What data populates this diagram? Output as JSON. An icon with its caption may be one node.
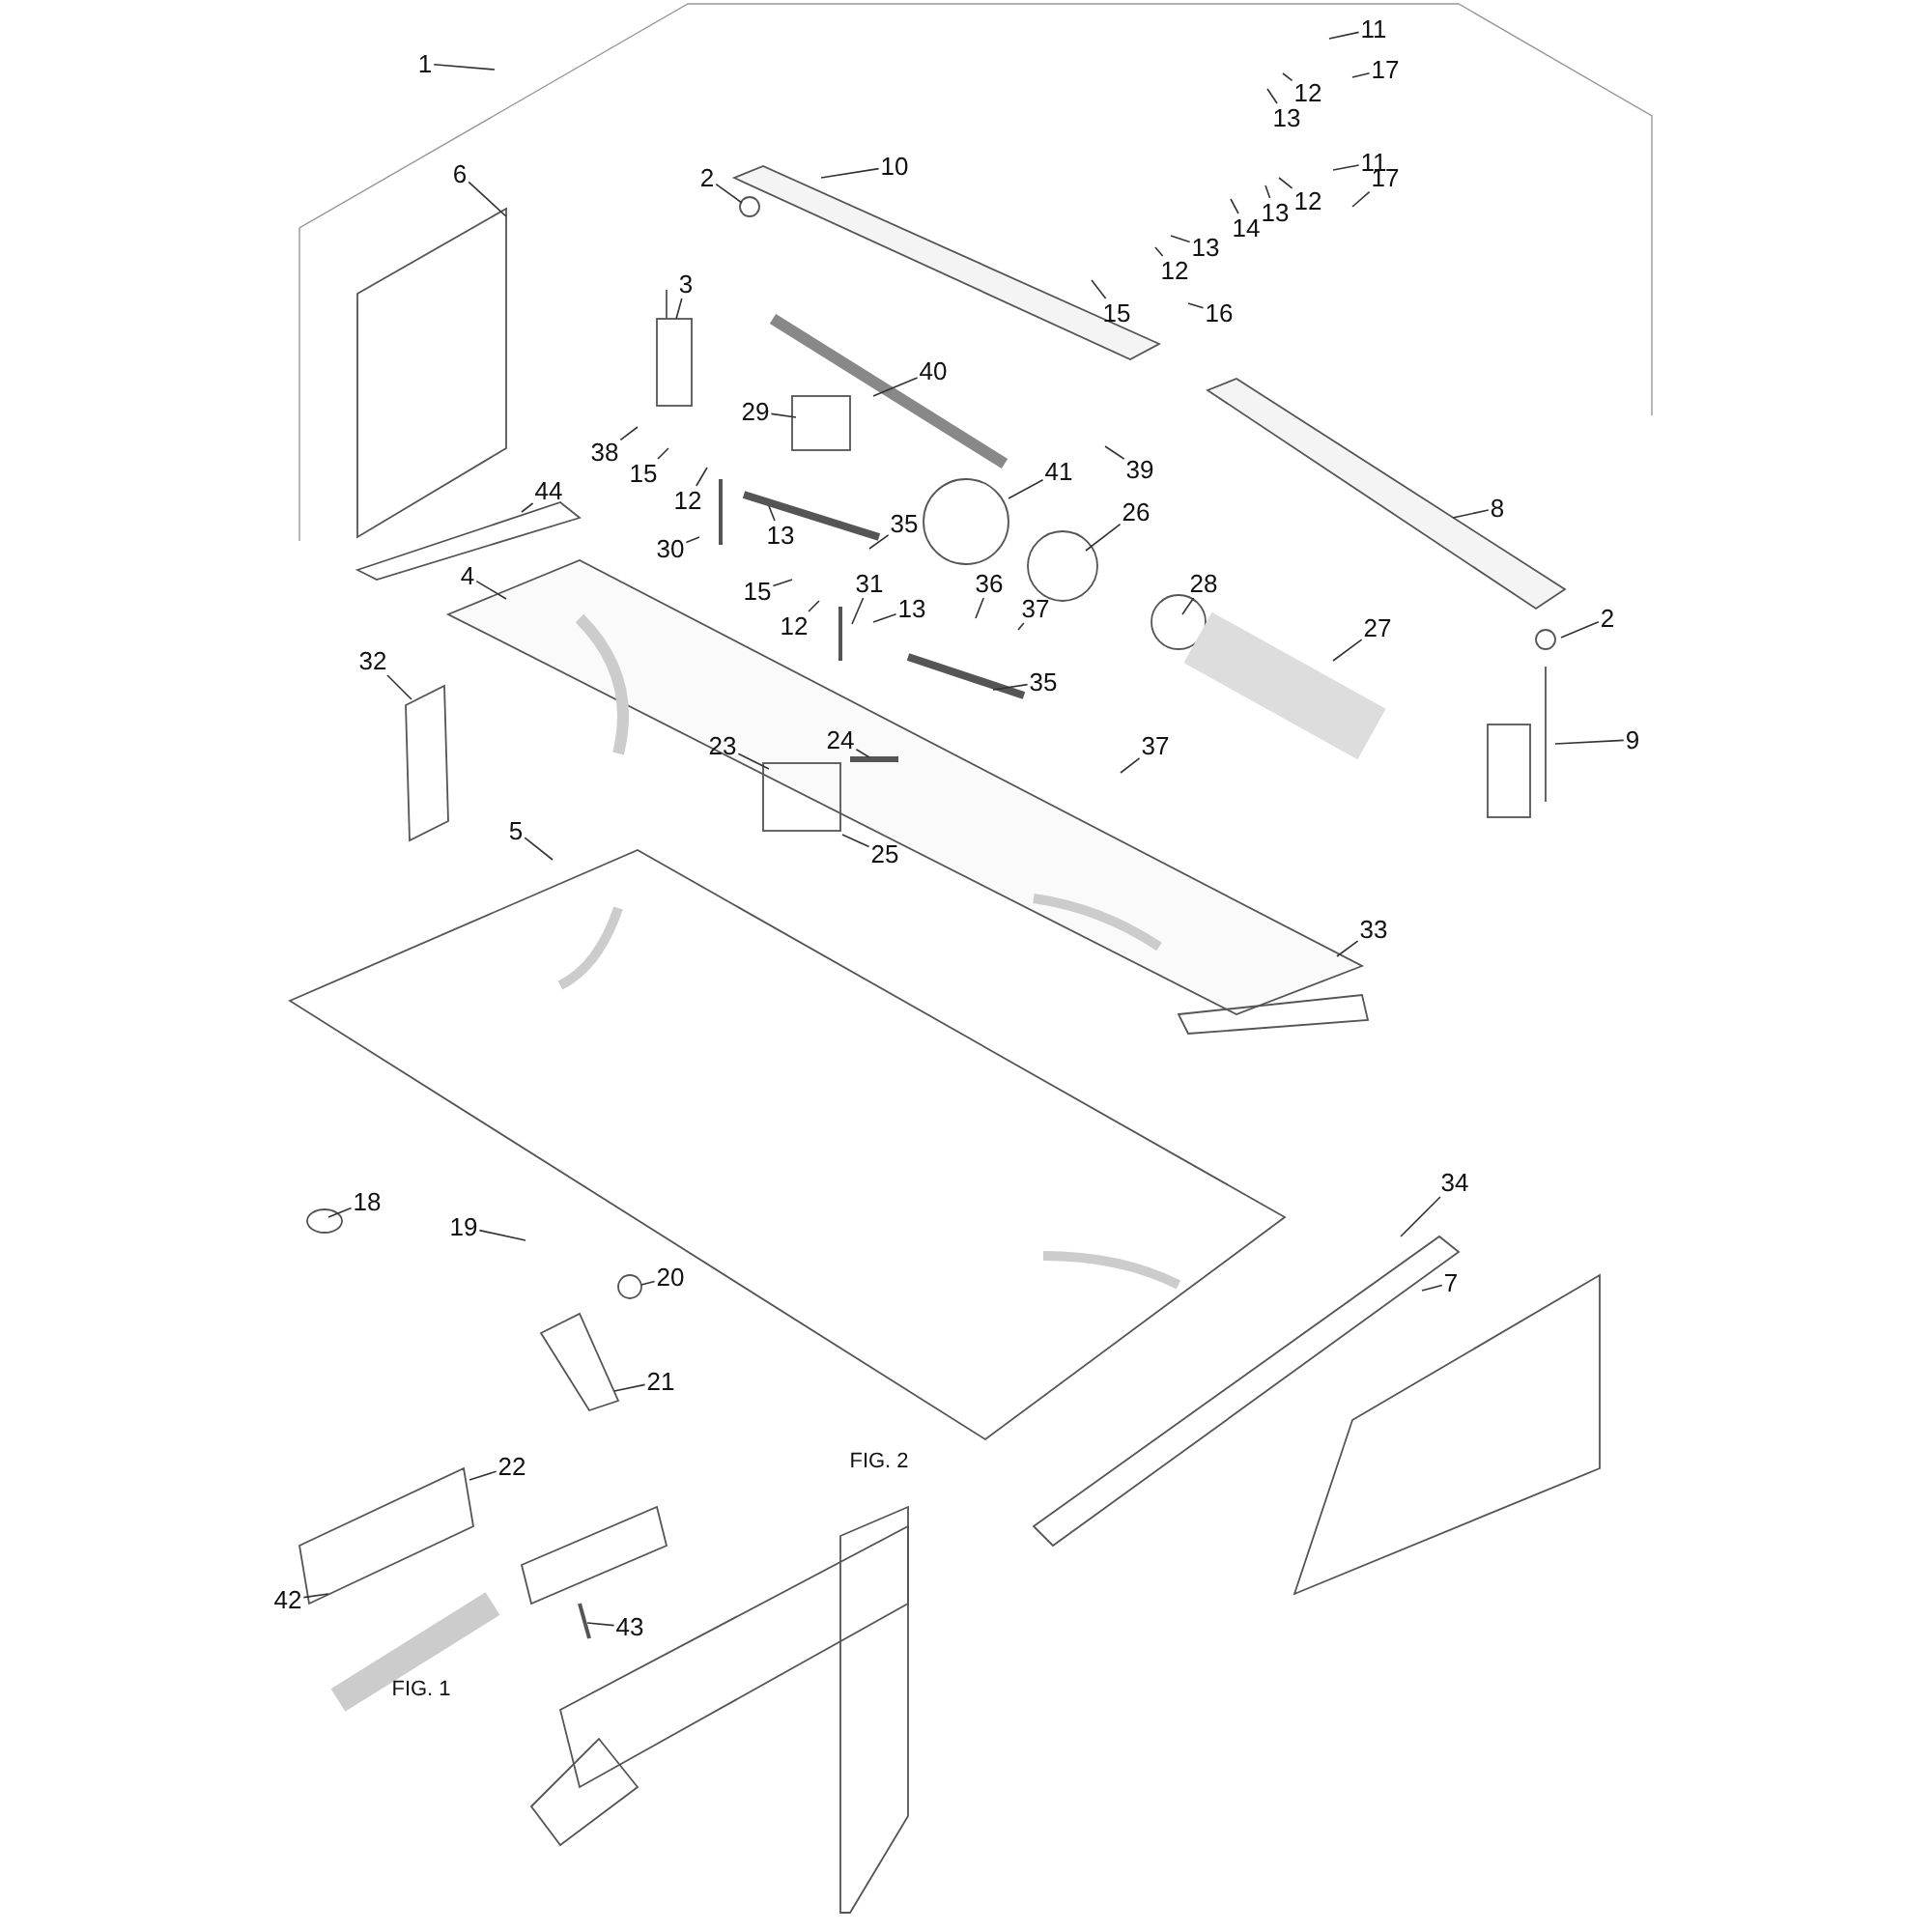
{
  "diagram": {
    "nodes": [
      {
        "text": [
          "11"
        ]
      },
      {
        "text": [
          "1"
        ]
      },
      {
        "text": [
          "17"
        ]
      },
      {
        "text": [
          "12"
        ]
      },
      {
        "text": [
          "13"
        ]
      },
      {
        "text": [
          "11"
        ]
      },
      {
        "text": [
          "10"
        ]
      },
      {
        "text": [
          "6"
        ]
      },
      {
        "text": [
          "2"
        ]
      },
      {
        "text": [
          "17"
        ]
      },
      {
        "text": [
          "12"
        ]
      },
      {
        "text": [
          "13"
        ]
      },
      {
        "text": [
          "14"
        ]
      },
      {
        "text": [
          "13"
        ]
      },
      {
        "text": [
          "12"
        ]
      },
      {
        "text": [
          "3"
        ]
      },
      {
        "text": [
          "15"
        ]
      },
      {
        "text": [
          "16"
        ]
      },
      {
        "text": [
          "40"
        ]
      },
      {
        "text": [
          "29"
        ]
      },
      {
        "text": [
          "38"
        ]
      },
      {
        "text": [
          "41"
        ]
      },
      {
        "text": [
          "39"
        ]
      },
      {
        "text": [
          "15"
        ]
      },
      {
        "text": [
          "44"
        ]
      },
      {
        "text": [
          "12"
        ]
      },
      {
        "text": [
          "8"
        ]
      },
      {
        "text": [
          "26"
        ]
      },
      {
        "text": [
          "35"
        ]
      },
      {
        "text": [
          "13"
        ]
      },
      {
        "text": [
          "30"
        ]
      },
      {
        "text": [
          "4"
        ]
      },
      {
        "text": [
          "31"
        ]
      },
      {
        "text": [
          "36"
        ]
      },
      {
        "text": [
          "28"
        ]
      },
      {
        "text": [
          "15"
        ]
      },
      {
        "text": [
          "13"
        ]
      },
      {
        "text": [
          "37"
        ]
      },
      {
        "text": [
          "12"
        ]
      },
      {
        "text": [
          "2"
        ]
      },
      {
        "text": [
          "27"
        ]
      },
      {
        "text": [
          "32"
        ]
      },
      {
        "text": [
          "35"
        ]
      },
      {
        "text": [
          "9"
        ]
      },
      {
        "text": [
          "24"
        ]
      },
      {
        "text": [
          "23"
        ]
      },
      {
        "text": [
          "37"
        ]
      },
      {
        "text": [
          "25"
        ]
      },
      {
        "text": [
          "5"
        ]
      },
      {
        "text": [
          "33"
        ]
      },
      {
        "text": [
          "34"
        ]
      },
      {
        "text": [
          "18"
        ]
      },
      {
        "text": [
          "19"
        ]
      },
      {
        "text": [
          "20"
        ]
      },
      {
        "text": [
          "7"
        ]
      },
      {
        "text": [
          "21"
        ]
      },
      {
        "text": [
          "22"
        ]
      },
      {
        "text": [
          "42"
        ]
      },
      {
        "text": [
          "43"
        ]
      }
    ],
    "edges": [
      {
        "from": 0,
        "to": null,
        "arrow": "none"
      },
      {
        "from": 1,
        "to": null,
        "arrow": "none"
      },
      {
        "from": 2,
        "to": null,
        "arrow": "none"
      },
      {
        "from": 3,
        "to": null,
        "arrow": "none"
      },
      {
        "from": 4,
        "to": null,
        "arrow": "none"
      },
      {
        "from": 5,
        "to": null,
        "arrow": "none"
      },
      {
        "from": 6,
        "to": null,
        "arrow": "none"
      },
      {
        "from": 7,
        "to": null,
        "arrow": "none"
      },
      {
        "from": 8,
        "to": null,
        "arrow": "none"
      },
      {
        "from": 9,
        "to": null,
        "arrow": "none"
      },
      {
        "from": 10,
        "to": null,
        "arrow": "none"
      },
      {
        "from": 11,
        "to": null,
        "arrow": "none"
      },
      {
        "from": 12,
        "to": null,
        "arrow": "none"
      },
      {
        "from": 13,
        "to": null,
        "arrow": "none"
      },
      {
        "from": 14,
        "to": null,
        "arrow": "none"
      },
      {
        "from": 15,
        "to": null,
        "arrow": "none"
      },
      {
        "from": 16,
        "to": null,
        "arrow": "none"
      },
      {
        "from": 17,
        "to": null,
        "arrow": "none"
      },
      {
        "from": 18,
        "to": null,
        "arrow": "none"
      },
      {
        "from": 19,
        "to": null,
        "arrow": "none"
      },
      {
        "from": 20,
        "to": null,
        "arrow": "none"
      },
      {
        "from": 21,
        "to": null,
        "arrow": "none"
      },
      {
        "from": 22,
        "to": null,
        "arrow": "none"
      },
      {
        "from": 23,
        "to": null,
        "arrow": "none"
      },
      {
        "from": 24,
        "to": null,
        "arrow": "none"
      },
      {
        "from": 25,
        "to": null,
        "arrow": "none"
      },
      {
        "from": 26,
        "to": null,
        "arrow": "none"
      },
      {
        "from": 27,
        "to": null,
        "arrow": "none"
      },
      {
        "from": 28,
        "to": null,
        "arrow": "none"
      },
      {
        "from": 29,
        "to": null,
        "arrow": "none"
      },
      {
        "from": 30,
        "to": null,
        "arrow": "none"
      },
      {
        "from": 31,
        "to": null,
        "arrow": "none"
      },
      {
        "from": 32,
        "to": null,
        "arrow": "none"
      },
      {
        "from": 33,
        "to": null,
        "arrow": "none"
      },
      {
        "from": 34,
        "to": null,
        "arrow": "none"
      },
      {
        "from": 35,
        "to": null,
        "arrow": "none"
      },
      {
        "from": 36,
        "to": null,
        "arrow": "none"
      },
      {
        "from": 37,
        "to": null,
        "arrow": "none"
      },
      {
        "from": 38,
        "to": null,
        "arrow": "none"
      },
      {
        "from": 39,
        "to": null,
        "arrow": "none"
      },
      {
        "from": 40,
        "to": null,
        "arrow": "none"
      },
      {
        "from": 41,
        "to": null,
        "arrow": "none"
      },
      {
        "from": 42,
        "to": null,
        "arrow": "none"
      },
      {
        "from": 43,
        "to": null,
        "arrow": "none"
      },
      {
        "from": 44,
        "to": null,
        "arrow": "none"
      },
      {
        "from": 45,
        "to": null,
        "arrow": "none"
      },
      {
        "from": 46,
        "to": null,
        "arrow": "none"
      },
      {
        "from": 47,
        "to": null,
        "arrow": "none"
      },
      {
        "from": 48,
        "to": null,
        "arrow": "none"
      },
      {
        "from": 49,
        "to": null,
        "arrow": "none"
      },
      {
        "from": 50,
        "to": null,
        "arrow": "none"
      },
      {
        "from": 51,
        "to": null,
        "arrow": "none"
      },
      {
        "from": 52,
        "to": null,
        "arrow": "none"
      },
      {
        "from": 53,
        "to": null,
        "arrow": "none"
      },
      {
        "from": 54,
        "to": null,
        "arrow": "none"
      },
      {
        "from": 55,
        "to": null,
        "arrow": "none"
      },
      {
        "from": 56,
        "to": null,
        "arrow": "none"
      },
      {
        "from": 57,
        "to": null,
        "arrow": "none"
      },
      {
        "from": 58,
        "to": null,
        "arrow": "none"
      }
    ],
    "labels": [
      "FIG. 2",
      "FIG. 1"
    ]
  }
}
